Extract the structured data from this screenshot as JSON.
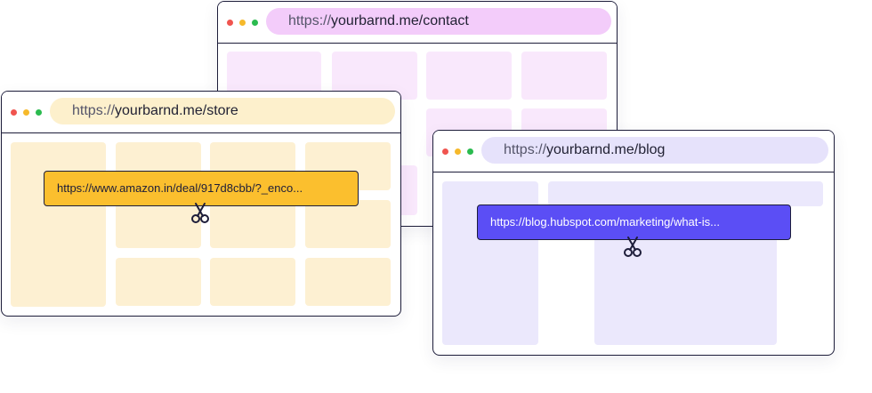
{
  "windows": {
    "contact": {
      "protocol": "https://",
      "path": "yourbarnd.me/contact"
    },
    "store": {
      "protocol": "https://",
      "path": "yourbarnd.me/store"
    },
    "blog": {
      "protocol": "https://",
      "path": "yourbarnd.me/blog"
    }
  },
  "short_links": {
    "amazon": "https://www.amazon.in/deal/917d8cbb/?_enco...",
    "hubspot": "https://blog.hubspot.com/marketing/what-is..."
  },
  "icons": {
    "window_controls": [
      "close-dot",
      "minimize-dot",
      "maximize-dot"
    ],
    "cut": "scissors-icon"
  },
  "colors": {
    "dot_red": "#f0544f",
    "dot_yellow": "#f6b92b",
    "dot_green": "#2bbb4f",
    "contact_url_bg": "#f3ccfa",
    "contact_block": "#f9e8fc",
    "store_url_bg": "#fdf0cc",
    "store_block": "#fdf0d2",
    "blog_url_bg": "#e6e2fb",
    "blog_block": "#ebe8fc",
    "amazon_pill": "#fbbf2e",
    "hubspot_pill": "#5b4ef5",
    "hubspot_text": "#ffffff"
  }
}
